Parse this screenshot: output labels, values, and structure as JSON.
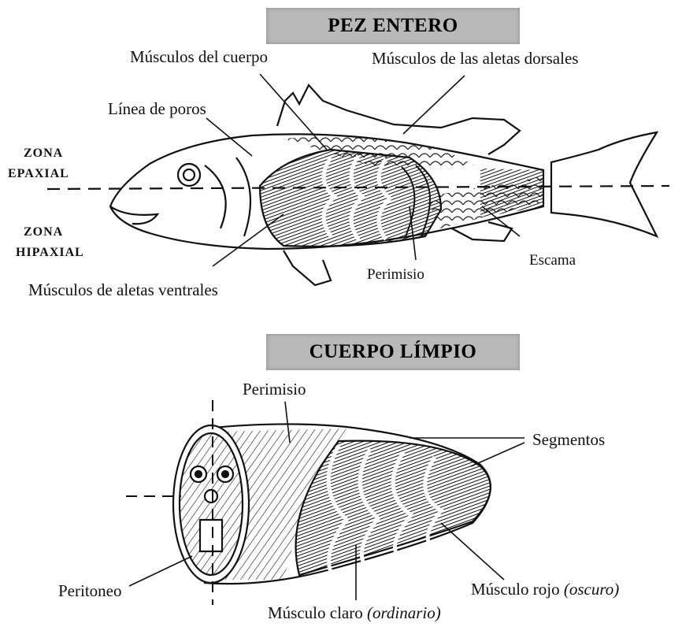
{
  "top": {
    "banner": "PEZ ENTERO",
    "labels": {
      "body_muscles": "Músculos del cuerpo",
      "dorsal_fin_muscles": "Músculos de las aletas dorsales",
      "pore_line": "Línea de poros",
      "ventral_fin_muscles": "Músculos de aletas ventrales",
      "perimysium": "Perimisio",
      "scale": "Escama"
    },
    "zones": {
      "epaxial_1": "ZONA",
      "epaxial_2": "EPAXIAL",
      "hypaxial_1": "ZONA",
      "hypaxial_2": "HIPAXIAL"
    }
  },
  "bottom": {
    "banner": "CUERPO LÍMPIO",
    "labels": {
      "perimysium": "Perimisio",
      "segments": "Segmentos",
      "peritoneum": "Peritoneo",
      "red_muscle": "Músculo rojo",
      "red_muscle_note": "(oscuro)",
      "light_muscle": "Músculo claro",
      "light_muscle_note": "(ordinario)"
    }
  }
}
